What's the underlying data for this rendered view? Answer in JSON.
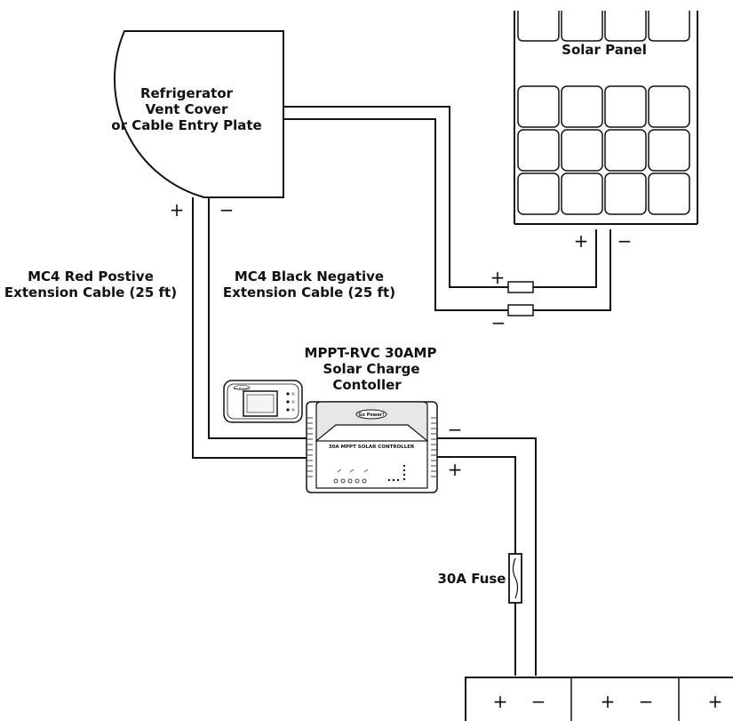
{
  "components": {
    "vent_cover": {
      "lines": [
        "Refrigerator",
        "Vent Cover",
        "or Cable Entry Plate"
      ],
      "pos_sign": "+",
      "neg_sign": "−"
    },
    "solar_panel": {
      "label": "Solar Panel",
      "pos_sign": "+",
      "neg_sign": "−"
    },
    "red_cable": {
      "lines": [
        "MC4 Red Postive",
        "Extension Cable (25 ft)"
      ]
    },
    "black_cable": {
      "lines": [
        "MC4 Black Negative",
        "Extension Cable (25 ft)"
      ]
    },
    "mc4_connectors": {
      "pos_sign": "+",
      "neg_sign": "−"
    },
    "controller": {
      "lines": [
        "MPPT-RVC 30AMP",
        "Solar Charge",
        "Contoller"
      ],
      "brand": "Go Power!",
      "face_text": "30A MPPT SOLAR CONTROLLER",
      "neg_sign": "−",
      "pos_sign": "+"
    },
    "remote_display": {
      "brand": "Go Power!"
    },
    "fuse": {
      "label": "30A Fuse"
    },
    "battery_bank": {
      "signs": [
        "+",
        "−",
        "+",
        "−",
        "+"
      ]
    }
  },
  "colors": {
    "line": "#111111",
    "background": "#ffffff",
    "fill_gray": "#e6e6e6"
  }
}
